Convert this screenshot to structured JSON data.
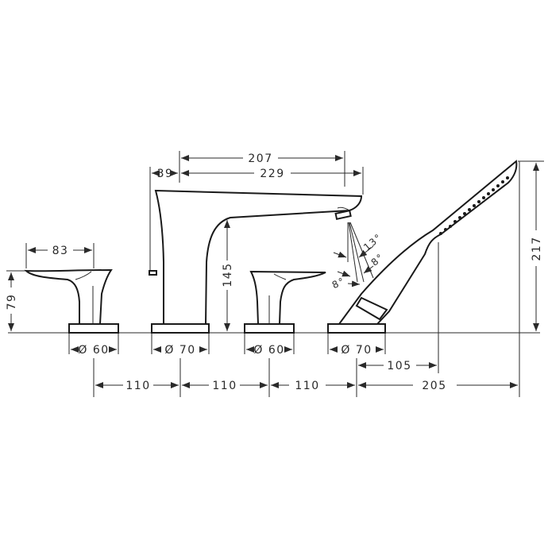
{
  "drawing": {
    "title": "4-hole bath mixer dimension drawing",
    "units": "mm",
    "colors": {
      "line": "#2a2a2a",
      "background": "#ffffff"
    }
  },
  "dimensions": {
    "handle_left_width": "83",
    "handle_left_height": "79",
    "handle_left_base_dia": "Ø 60",
    "spout_offset": "39",
    "spout_reach_inner": "207",
    "spout_reach_total": "229",
    "spout_height": "145",
    "spout_base_dia": "Ø 70",
    "handle_right_base_dia": "Ø 60",
    "shower_base_dia": "Ø 70",
    "shower_height": "217",
    "shower_head_offset": "105",
    "shower_total_reach": "205",
    "spacing_1": "110",
    "spacing_2": "110",
    "spacing_3": "110"
  },
  "angles": {
    "spray_13": "13°",
    "spray_8_right": "8°",
    "spray_8_left": "8°"
  }
}
